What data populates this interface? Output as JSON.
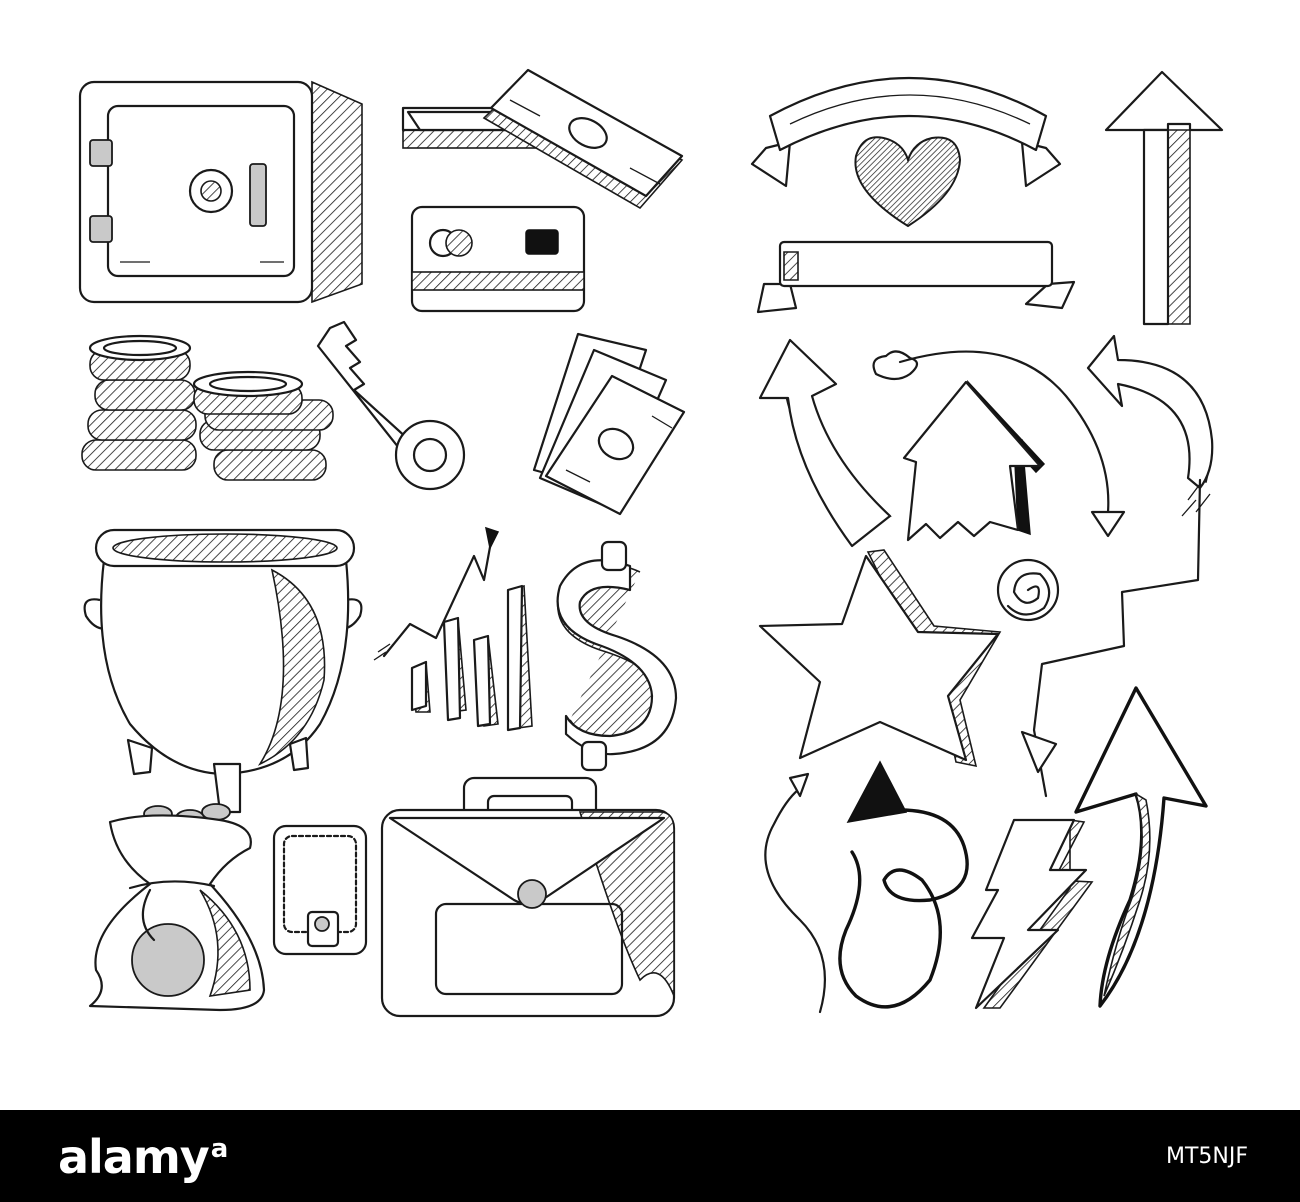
{
  "illustration": {
    "icons": [
      "safe-icon",
      "banknote-stack-icon",
      "credit-card-icon",
      "coin-stack-icon",
      "key-icon",
      "banknotes-fan-icon",
      "cauldron-icon",
      "growth-chart-icon",
      "dollar-sign-icon",
      "money-bag-icon",
      "wallet-icon",
      "briefcase-icon",
      "ribbon-banner-icon",
      "heart-icon",
      "arrow-icon",
      "star-icon",
      "spiral-icon",
      "lightning-bolt-icon"
    ],
    "style": {
      "stroke": "#1a1a1a",
      "fill": "#ffffff",
      "accent_gray": "#c9c9c9"
    }
  },
  "footer": {
    "brand": "alamy",
    "brand_mark": "a",
    "stock_id": "MT5NJF",
    "background": "#000000",
    "text_color": "#ffffff"
  }
}
